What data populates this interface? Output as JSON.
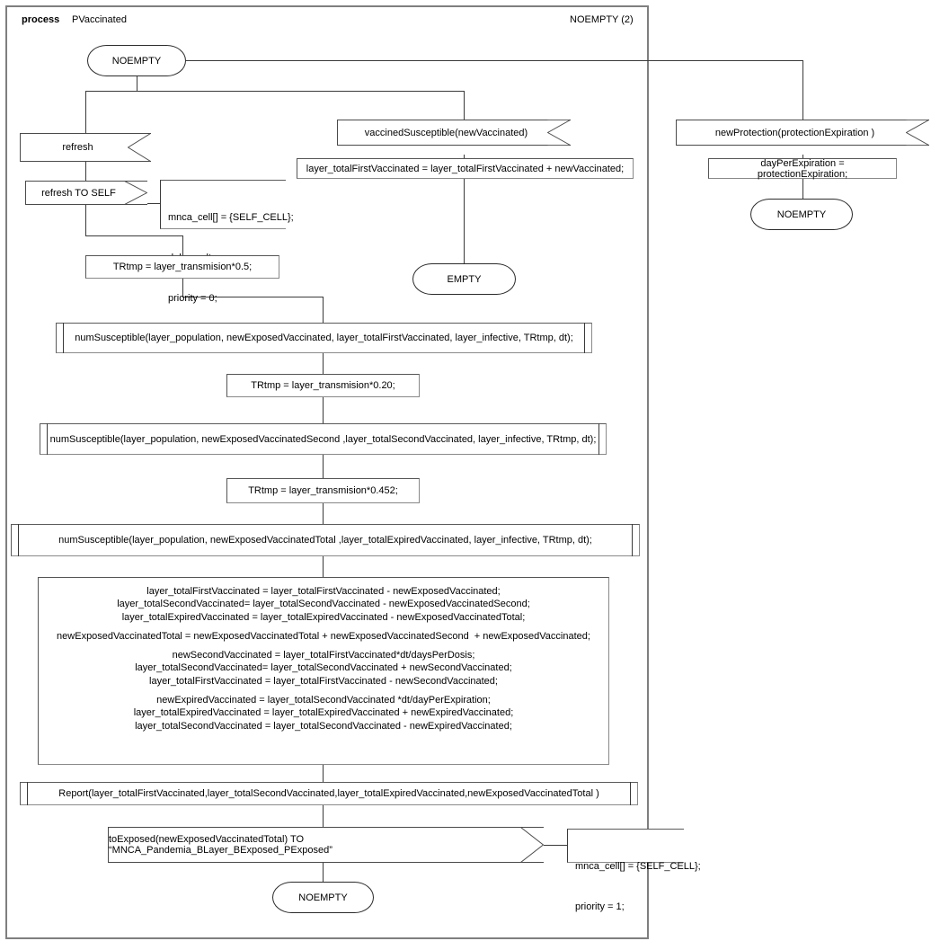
{
  "header": {
    "keyword": "process",
    "process_name": "PVaccinated",
    "page_label": "NOEMPTY (2)"
  },
  "nodes": {
    "start_state": "NOEMPTY",
    "input_refresh": "refresh",
    "output_refresh_self": "refresh TO SELF",
    "comment_refresh": [
      "mnca_cell[] = {SELF_CELL};",
      "delay = dt;",
      "priority = 0;"
    ],
    "task_trtmp_05": "TRtmp  = layer_transmision*0.5;",
    "input_vaccined": "vaccinedSusceptible(newVaccinated)",
    "task_first_vaccinated": "layer_totalFirstVaccinated = layer_totalFirstVaccinated + newVaccinated;",
    "state_empty": "EMPTY",
    "input_new_protection": "newProtection(protectionExpiration )",
    "task_day_per_expiration": "dayPerExpiration = protectionExpiration;",
    "state_noempty_right": "NOEMPTY",
    "proc_num_susceptible_1": "numSusceptible(layer_population, newExposedVaccinated, layer_totalFirstVaccinated, layer_infective, TRtmp, dt);",
    "task_trtmp_020": "TRtmp = layer_transmision*0.20;",
    "proc_num_susceptible_2": "numSusceptible(layer_population, newExposedVaccinatedSecond ,layer_totalSecondVaccinated, layer_infective, TRtmp, dt);",
    "task_trtmp_0452": "TRtmp = layer_transmision*0.452;",
    "proc_num_susceptible_3": "numSusceptible(layer_population, newExposedVaccinatedTotal ,layer_totalExpiredVaccinated, layer_infective, TRtmp, dt);",
    "task_big": [
      "layer_totalFirstVaccinated = layer_totalFirstVaccinated - newExposedVaccinated;",
      "layer_totalSecondVaccinated= layer_totalSecondVaccinated - newExposedVaccinatedSecond;",
      "layer_totalExpiredVaccinated = layer_totalExpiredVaccinated - newExposedVaccinatedTotal;",
      "",
      "newExposedVaccinatedTotal = newExposedVaccinatedTotal + newExposedVaccinatedSecond  + newExposedVaccinated;",
      "",
      "newSecondVaccinated = layer_totalFirstVaccinated*dt/daysPerDosis;",
      "layer_totalSecondVaccinated= layer_totalSecondVaccinated + newSecondVaccinated;",
      "layer_totalFirstVaccinated = layer_totalFirstVaccinated - newSecondVaccinated;",
      "",
      "newExpiredVaccinated = layer_totalSecondVaccinated *dt/dayPerExpiration;",
      "layer_totalExpiredVaccinated = layer_totalExpiredVaccinated + newExpiredVaccinated;",
      "layer_totalSecondVaccinated = layer_totalSecondVaccinated - newExpiredVaccinated;"
    ],
    "proc_report": "Report(layer_totalFirstVaccinated,layer_totalSecondVaccinated,layer_totalExpiredVaccinated,newExposedVaccinatedTotal )",
    "output_to_exposed": "toExposed(newExposedVaccinatedTotal) TO “MNCA_Pandemia_BLayer_BExposed_PExposed”",
    "comment_to_exposed": [
      "mnca_cell[] = {SELF_CELL};",
      "priority = 1;"
    ],
    "end_state": "NOEMPTY"
  },
  "colors": {
    "frame_border": "#7f7f7f",
    "shape_border": "#3a3a3a",
    "connector": "#3a3a3a",
    "background": "#ffffff",
    "text": "#000000"
  }
}
